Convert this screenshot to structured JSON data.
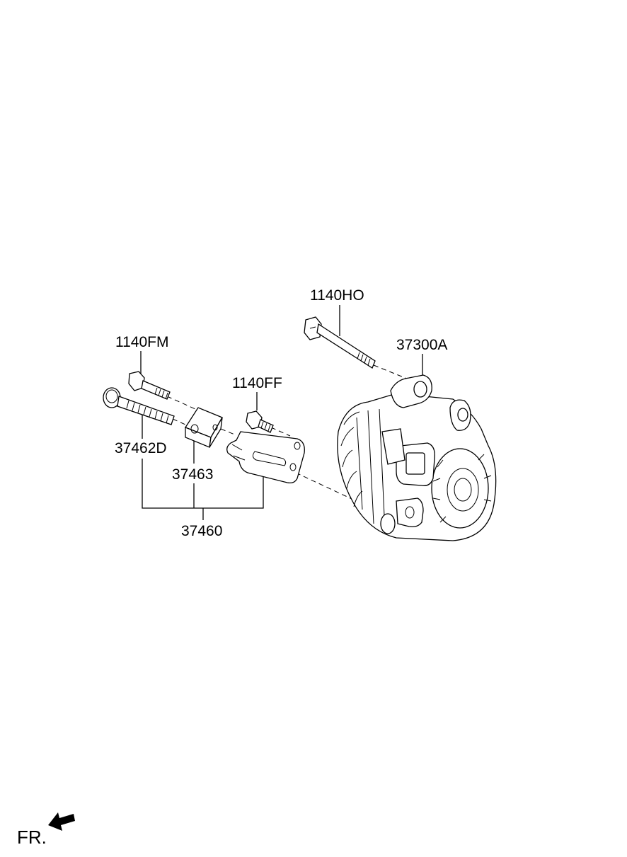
{
  "labels": {
    "bolt_top": "1140HO",
    "alternator": "37300A",
    "bolt_left": "1140FM",
    "bolt_mid": "1140FF",
    "long_bolt": "37462D",
    "spacer": "37463",
    "bracket_assy": "37460"
  },
  "direction_marker": {
    "text": "FR.",
    "icon": "front-direction-arrow-icon"
  }
}
